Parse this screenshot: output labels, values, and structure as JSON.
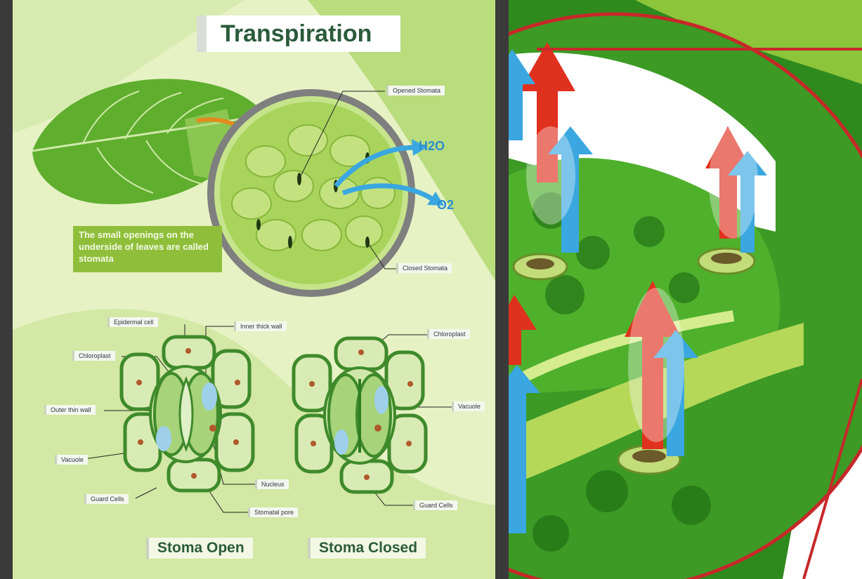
{
  "diagram": {
    "title": "Transpiration",
    "note": "The small openings on the underside of leaves are called stomata",
    "labels": {
      "opened_stomata": "Opened Stomata",
      "closed_stomata": "Closed Stomata",
      "h2o": "H2O",
      "o2": "O2",
      "epidermal_cell": "Epidermal cell",
      "inner_thick_wall": "Inner thick wall",
      "chloroplast_left": "Chloroplast",
      "outer_thin_wall": "Outer thin wall",
      "vacuole_left": "Vacuole",
      "guard_cells_left": "Guard Cells",
      "nucleus": "Nucleus",
      "stomatal_pore": "Stomatal pore",
      "chloroplast_right": "Chloroplast",
      "vacuole_right": "Vacuole",
      "guard_cells_right": "Guard Cells"
    },
    "captions": {
      "open": "Stoma Open",
      "closed": "Stoma Closed"
    }
  },
  "colors": {
    "background": "#e6f2c4",
    "leaf_green": "#5fae2e",
    "dark_green": "#2f7d22",
    "water_arrow": "#3aa7e0",
    "heat_arrow": "#e0301e",
    "frame": "#7f7f7f"
  }
}
